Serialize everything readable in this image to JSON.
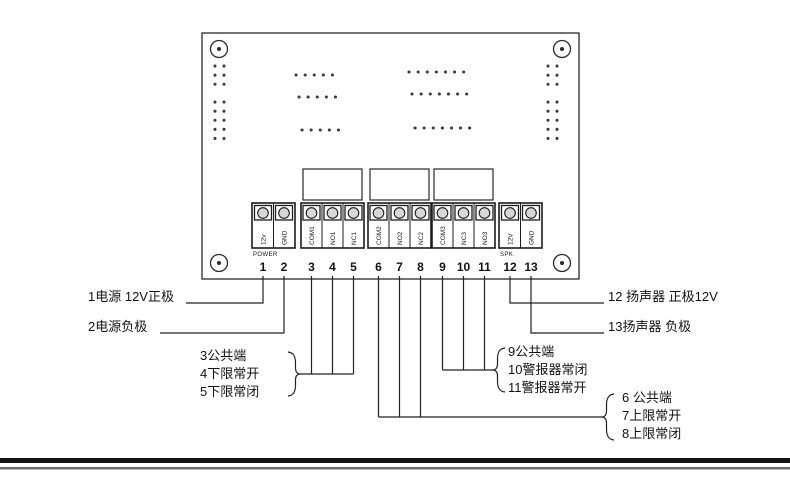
{
  "board": {
    "groups": [
      {
        "label": "POWER"
      },
      {
        "label": "SPK"
      }
    ],
    "terminals": [
      {
        "num": "1",
        "pin": "12v"
      },
      {
        "num": "2",
        "pin": "GND"
      },
      {
        "num": "3",
        "pin": "COM1"
      },
      {
        "num": "4",
        "pin": "NO1"
      },
      {
        "num": "5",
        "pin": "NC1"
      },
      {
        "num": "6",
        "pin": "COM2"
      },
      {
        "num": "7",
        "pin": "NO2"
      },
      {
        "num": "8",
        "pin": "NC2"
      },
      {
        "num": "9",
        "pin": "COM3"
      },
      {
        "num": "10",
        "pin": "NC3"
      },
      {
        "num": "11",
        "pin": "NO3"
      },
      {
        "num": "12",
        "pin": "12V"
      },
      {
        "num": "13",
        "pin": "GND"
      }
    ],
    "annotations": {
      "power_positive": "1电源 12V正极",
      "power_negative": "2电源负极",
      "lower_limit": [
        "3公共端",
        "4下限常开",
        "5下限常闭"
      ],
      "upper_limit": [
        "6 公共端",
        "7上限常开",
        "8上限常闭"
      ],
      "alarm": [
        "9公共端",
        "10警报器常闭",
        "11警报器常开"
      ],
      "speaker_positive": "12 扬声器 正极12V",
      "speaker_negative": "13扬声器 负极"
    },
    "colors": {
      "ink": "#141414"
    }
  }
}
